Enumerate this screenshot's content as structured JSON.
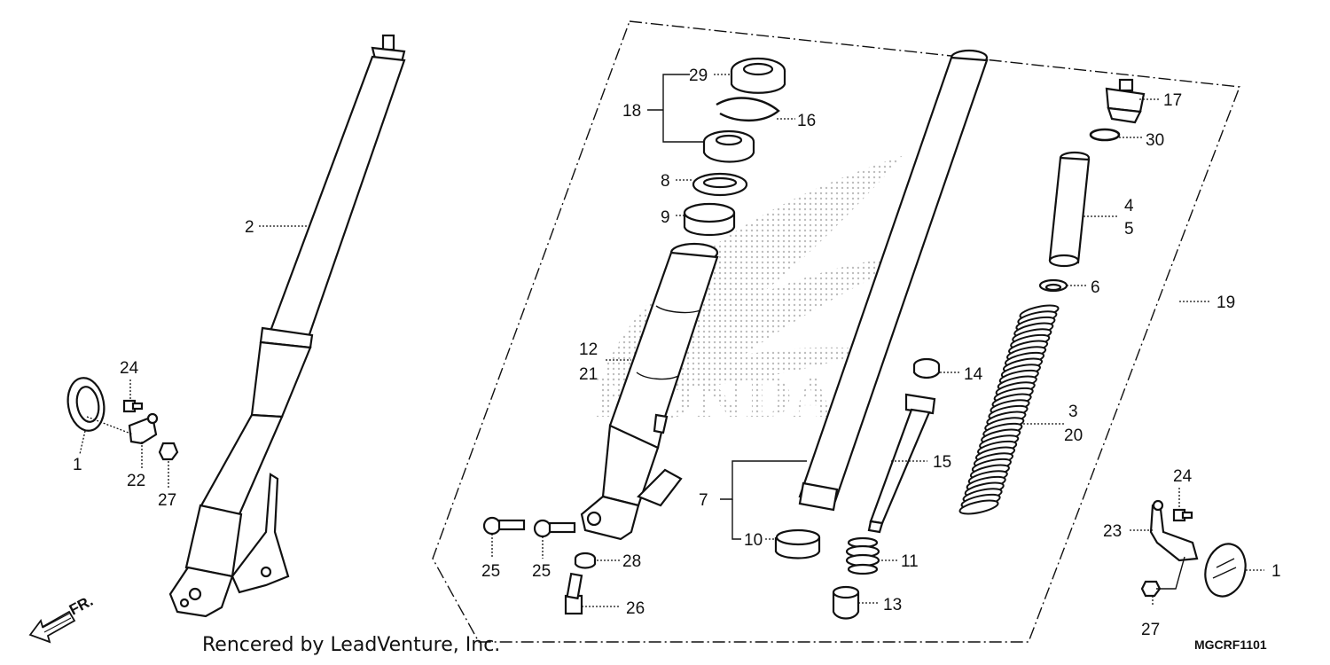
{
  "diagram": {
    "callouts": {
      "l2": "2",
      "l24a": "24",
      "l1a": "1",
      "l22": "22",
      "l27a": "27",
      "l29": "29",
      "l18": "18",
      "l16": "16",
      "l8": "8",
      "l9": "9",
      "l12": "12",
      "l21": "21",
      "l7": "7",
      "l10": "10",
      "l25a": "25",
      "l25b": "25",
      "l28": "28",
      "l26": "26",
      "l14": "14",
      "l15": "15",
      "l11": "11",
      "l13": "13",
      "l17": "17",
      "l30": "30",
      "l4": "4",
      "l5": "5",
      "l6": "6",
      "l19": "19",
      "l3": "3",
      "l20": "20",
      "l24b": "24",
      "l23": "23",
      "l1b": "1",
      "l27b": "27"
    },
    "footer": "Rencered by LeadVenture, Inc.",
    "diagram_code": "MGCRF1101",
    "front_arrow": "FR.",
    "watermark": "HONDA"
  }
}
